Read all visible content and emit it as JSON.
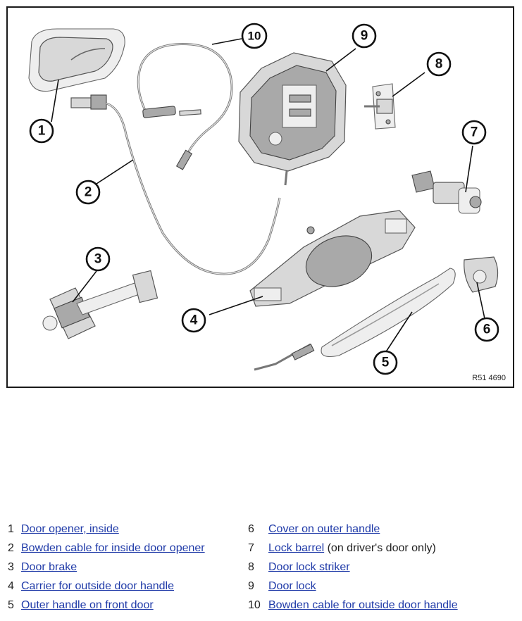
{
  "figure": {
    "reference": "R51 4690",
    "callouts": [
      "1",
      "2",
      "3",
      "4",
      "5",
      "6",
      "7",
      "8",
      "9",
      "10"
    ]
  },
  "legend": {
    "items": [
      {
        "number": "1",
        "label": "Door opener, inside",
        "note": ""
      },
      {
        "number": "2",
        "label": "Bowden cable for inside door opener",
        "note": ""
      },
      {
        "number": "3",
        "label": "Door brake",
        "note": ""
      },
      {
        "number": "4",
        "label": "Carrier for outside door handle",
        "note": ""
      },
      {
        "number": "5",
        "label": "Outer handle on front door",
        "note": ""
      },
      {
        "number": "6",
        "label": "Cover on outer handle",
        "note": ""
      },
      {
        "number": "7",
        "label": "Lock barrel",
        "note": " (on driver's door only)"
      },
      {
        "number": "8",
        "label": "Door lock striker",
        "note": ""
      },
      {
        "number": "9",
        "label": "Door lock",
        "note": ""
      },
      {
        "number": "10",
        "label": "Bowden cable for outside door handle",
        "note": ""
      }
    ]
  },
  "colors": {
    "link": "#1f3aa8",
    "frame": "#1a1a1a",
    "part_gray": "#d8d8d8"
  }
}
